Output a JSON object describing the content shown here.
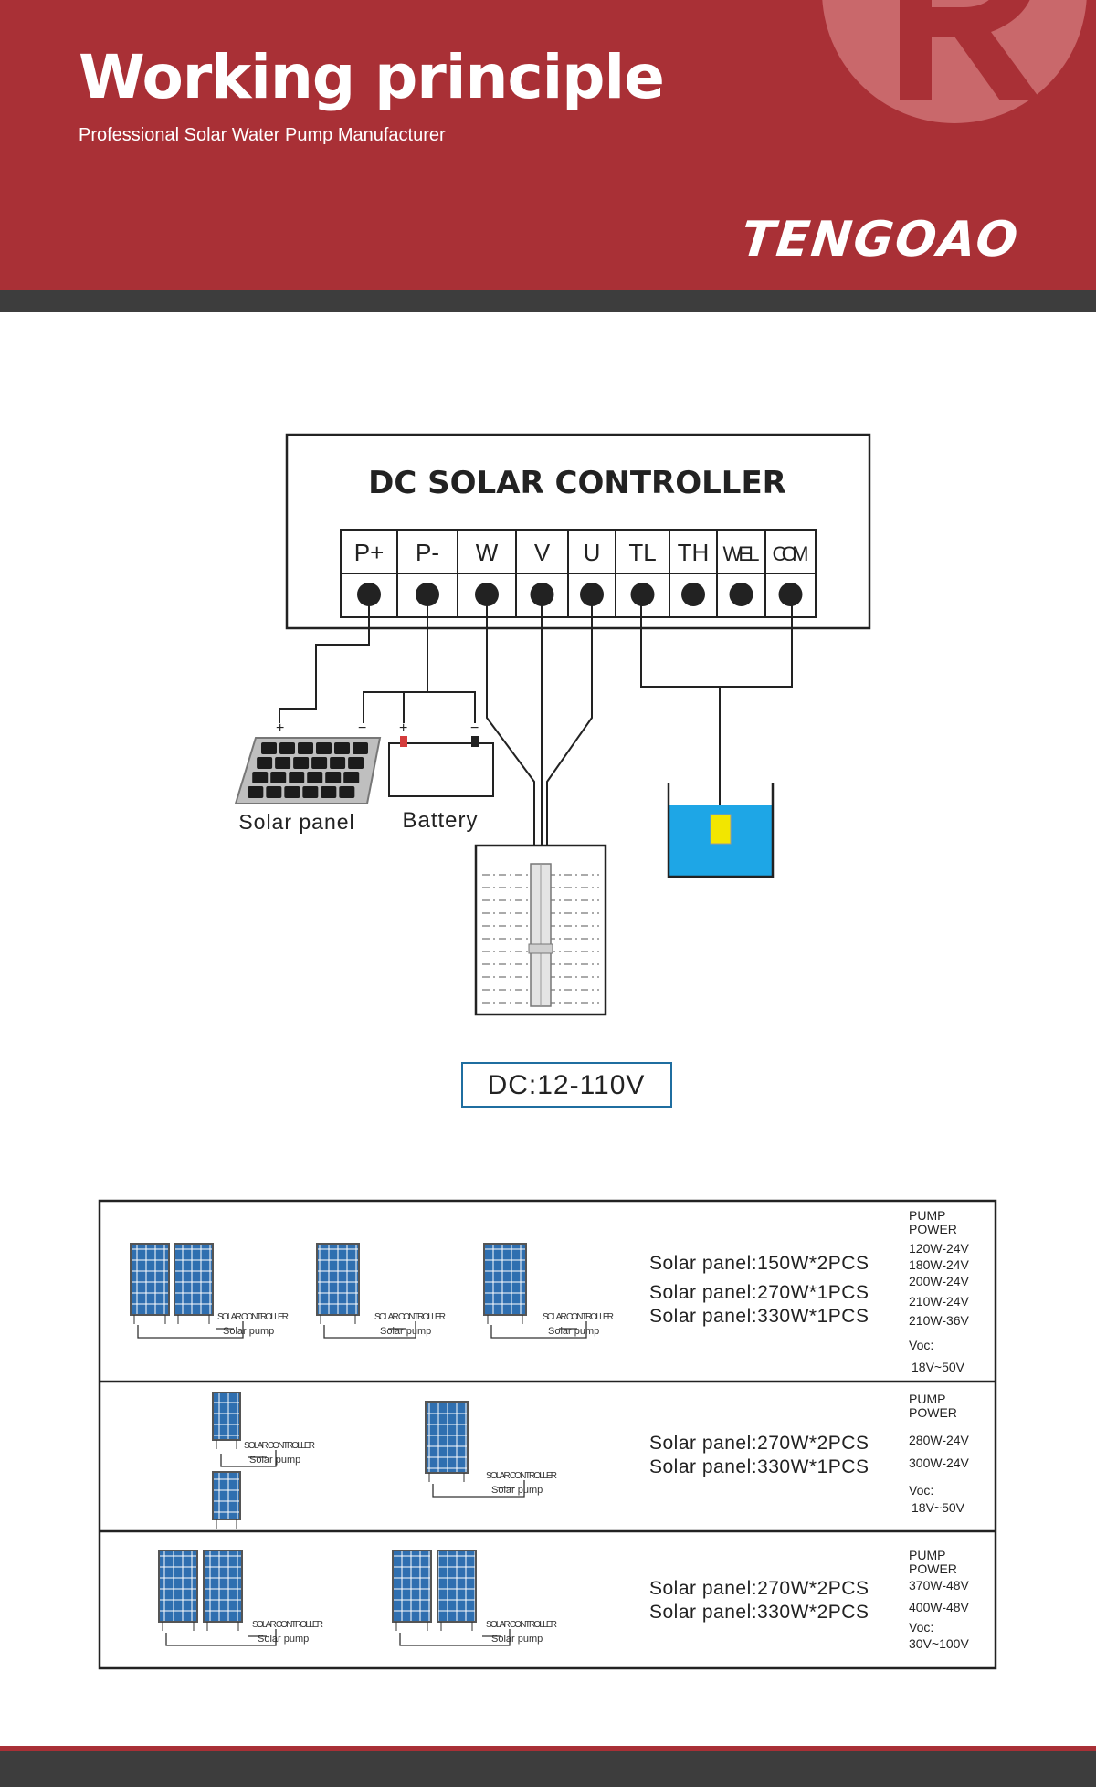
{
  "header": {
    "title": "Working principle",
    "subtitle": "Professional Solar Water Pump Manufacturer",
    "brand": "TENGOAO",
    "colors": {
      "brand_red": "#a93036",
      "dark_band": "#3d3d3d"
    }
  },
  "controller": {
    "title": "DC SOLAR CONTROLLER",
    "terminals": [
      "P+",
      "P-",
      "W",
      "V",
      "U",
      "TL",
      "TH",
      "WEL",
      "COM"
    ]
  },
  "components": {
    "solar_panel": "Solar panel",
    "battery": "Battery",
    "plus": "+",
    "minus": "−"
  },
  "voltage_label": "DC:12-110V",
  "small_labels": {
    "controller": "SOLAR CONTROLLER",
    "pump": "Solar pump"
  },
  "config_table": [
    {
      "configs": [
        "Solar panel:150W*2PCS",
        "Solar panel:270W*1PCS",
        "Solar panel:330W*1PCS"
      ],
      "power_heading": [
        "PUMP",
        "POWER"
      ],
      "powers": [
        "120W-24V",
        "180W-24V",
        "200W-24V",
        "210W-24V",
        "210W-36V"
      ],
      "voc_label": "Voc:",
      "voc_value": "18V~50V"
    },
    {
      "configs": [
        "Solar panel:270W*2PCS",
        "Solar panel:330W*1PCS"
      ],
      "power_heading": [
        "PUMP",
        "POWER"
      ],
      "powers": [
        "280W-24V",
        "300W-24V"
      ],
      "voc_label": "Voc:",
      "voc_value": "18V~50V"
    },
    {
      "configs": [
        "Solar panel:270W*2PCS",
        "Solar panel:330W*2PCS"
      ],
      "power_heading": [
        "PUMP",
        "POWER"
      ],
      "powers": [
        "370W-48V",
        "400W-48V"
      ],
      "voc_label": "Voc:",
      "voc_value": "30V~100V"
    }
  ]
}
